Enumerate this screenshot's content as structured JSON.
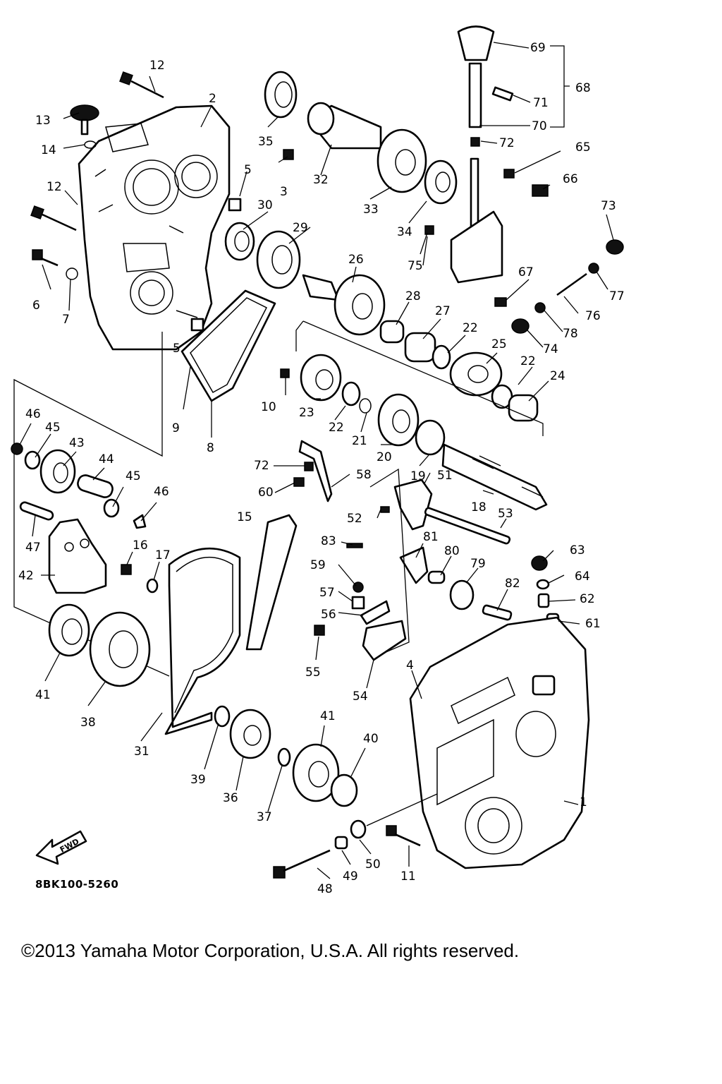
{
  "diagram": {
    "drawing_code": "8BK100-5260",
    "fwd_label": "FWD",
    "copyright": "©2013 Yamaha Motor Corporation, U.S.A. All rights reserved.",
    "callouts": [
      "1",
      "2",
      "3",
      "4",
      "5",
      "5",
      "6",
      "7",
      "8",
      "9",
      "10",
      "11",
      "12",
      "12",
      "13",
      "14",
      "15",
      "16",
      "17",
      "18",
      "19",
      "20",
      "21",
      "22",
      "22",
      "22",
      "23",
      "24",
      "25",
      "26",
      "27",
      "28",
      "29",
      "30",
      "31",
      "32",
      "33",
      "34",
      "35",
      "36",
      "37",
      "38",
      "39",
      "40",
      "41",
      "41",
      "42",
      "43",
      "44",
      "45",
      "45",
      "46",
      "46",
      "47",
      "48",
      "49",
      "50",
      "51",
      "52",
      "53",
      "54",
      "55",
      "56",
      "57",
      "58",
      "59",
      "60",
      "61",
      "62",
      "63",
      "64",
      "65",
      "66",
      "67",
      "68",
      "69",
      "70",
      "71",
      "72",
      "72",
      "73",
      "74",
      "75",
      "76",
      "77",
      "78",
      "79",
      "80",
      "81",
      "82",
      "83"
    ]
  }
}
